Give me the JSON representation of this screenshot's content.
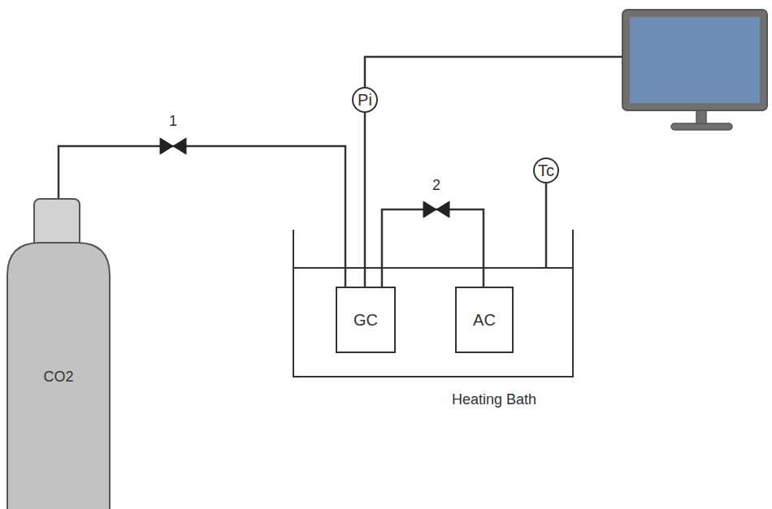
{
  "diagram": {
    "nodes": [
      {
        "text": [
          "CO2"
        ]
      },
      {
        "text": [
          "Pi"
        ]
      },
      {
        "text": [
          "Tc"
        ]
      },
      {
        "text": [
          "Heating Bath"
        ]
      },
      {
        "text": [
          "GC"
        ],
        "in": 3
      },
      {
        "text": [
          "AC"
        ],
        "in": 3
      }
    ],
    "edges": [
      {
        "from": 0,
        "to": 4,
        "arrow": "none",
        "label": "1"
      },
      {
        "from": 1,
        "to": 4,
        "arrow": "none"
      },
      {
        "from": 4,
        "to": 5,
        "arrow": "none",
        "label": "2"
      },
      {
        "from": 2,
        "to": 3,
        "arrow": "none"
      }
    ]
  }
}
